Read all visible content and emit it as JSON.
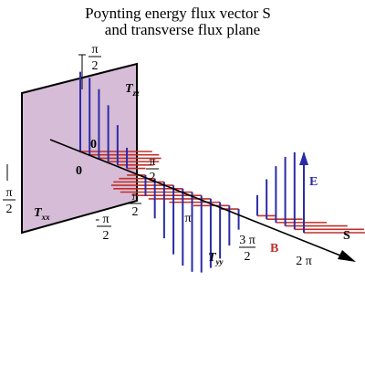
{
  "title": {
    "line1": "Poynting energy flux vector S",
    "line2": "and transverse flux plane"
  },
  "colors": {
    "e_field": "#2b2ba8",
    "b_field": "#c0302a",
    "plane_fill": "#c8a6c8",
    "axis": "#000000"
  },
  "labels": {
    "s_axis": "S",
    "e_vector": "E",
    "b_vector": "B",
    "t_zz": "T",
    "t_zz_sub": "zz",
    "t_xx": "T",
    "t_xx_sub": "xx",
    "t_yy": "T",
    "t_yy_sub": "yy",
    "zero_top": "0",
    "zero_left": "0",
    "pi_over_2_top_num": "π",
    "pi_over_2_top_den": "2",
    "pi_over_2_left_num": "π",
    "pi_over_2_left_den": "2",
    "neg_pi_over_2_num": "- π",
    "neg_pi_over_2_den": "2",
    "pi_over_2_b_num": "π",
    "pi_over_2_b_den": "2",
    "pi_over_2_e_num": "π",
    "pi_over_2_e_den": "2",
    "pi_label": "π",
    "three_pi_over_2_num": "3 π",
    "three_pi_over_2_den": "2",
    "two_pi_label": "2 π"
  }
}
